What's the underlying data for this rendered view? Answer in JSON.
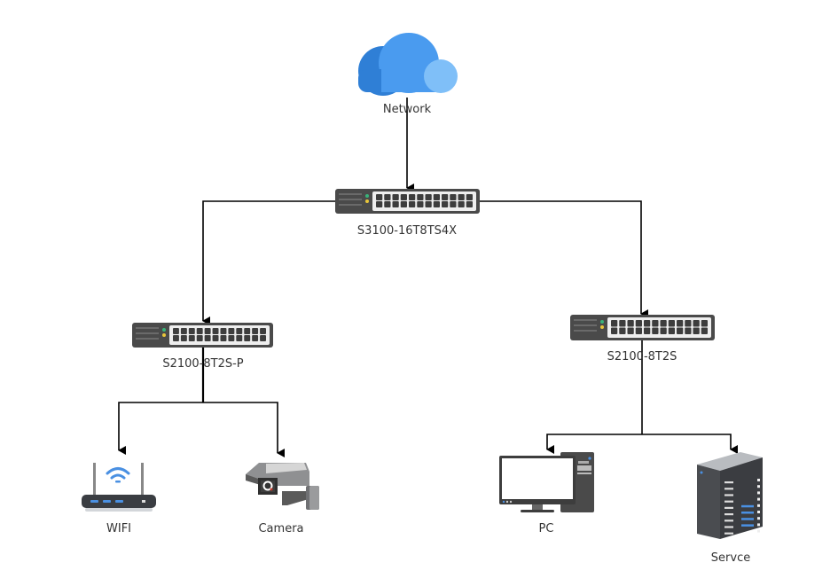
{
  "diagram": {
    "title": "",
    "colors": {
      "line": "#000000",
      "switch_body": "#4a4a4a",
      "switch_panel": "#eeeeee",
      "port": "#3d3d3d",
      "led_green": "#39b37a",
      "led_yellow": "#e8c63a",
      "cloud_dark": "#2f7fd6",
      "cloud_mid": "#4a9bef",
      "cloud_light": "#7fbff8",
      "accent_blue": "#4a90e2"
    },
    "nodes": [
      {
        "id": "network",
        "label": "Network",
        "icon": "cloud-icon"
      },
      {
        "id": "core",
        "label": "S3100-16T8TS4X",
        "icon": "switch-icon"
      },
      {
        "id": "sw_left",
        "label": "S2100-8T2S-P",
        "icon": "switch-icon"
      },
      {
        "id": "sw_right",
        "label": "S2100-8T2S",
        "icon": "switch-icon"
      },
      {
        "id": "wifi",
        "label": "WIFI",
        "icon": "wifi-router-icon"
      },
      {
        "id": "camera",
        "label": "Camera",
        "icon": "security-camera-icon"
      },
      {
        "id": "pc",
        "label": "PC",
        "icon": "desktop-pc-icon"
      },
      {
        "id": "server",
        "label": "Servce",
        "icon": "server-rack-icon"
      }
    ],
    "edges": [
      {
        "from": "network",
        "to": "core"
      },
      {
        "from": "core",
        "to": "sw_left"
      },
      {
        "from": "core",
        "to": "sw_right"
      },
      {
        "from": "sw_left",
        "to": "wifi"
      },
      {
        "from": "sw_left",
        "to": "camera"
      },
      {
        "from": "sw_right",
        "to": "pc"
      },
      {
        "from": "sw_right",
        "to": "server"
      }
    ]
  }
}
